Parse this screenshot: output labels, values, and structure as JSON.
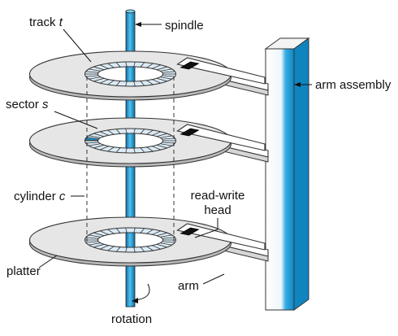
{
  "labels": {
    "track_text": "track ",
    "track_var": "t",
    "spindle": "spindle",
    "sector_text": "sector ",
    "sector_var": "s",
    "arm_assembly": "arm assembly",
    "cylinder_text": "cylinder ",
    "cylinder_var": "c",
    "rw_head_line1": "read-write",
    "rw_head_line2": "head",
    "platter": "platter",
    "arm": "arm",
    "rotation": "rotation"
  },
  "colors": {
    "spindle": "#1a9ad6",
    "highlight_sector": "#1a9ad6",
    "track_band": "#dcebf5",
    "platter": "#e6e6e6",
    "head": "#111111"
  },
  "platter_count": 3,
  "sectors_per_track": 30,
  "highlighted_sector_platter": 2
}
